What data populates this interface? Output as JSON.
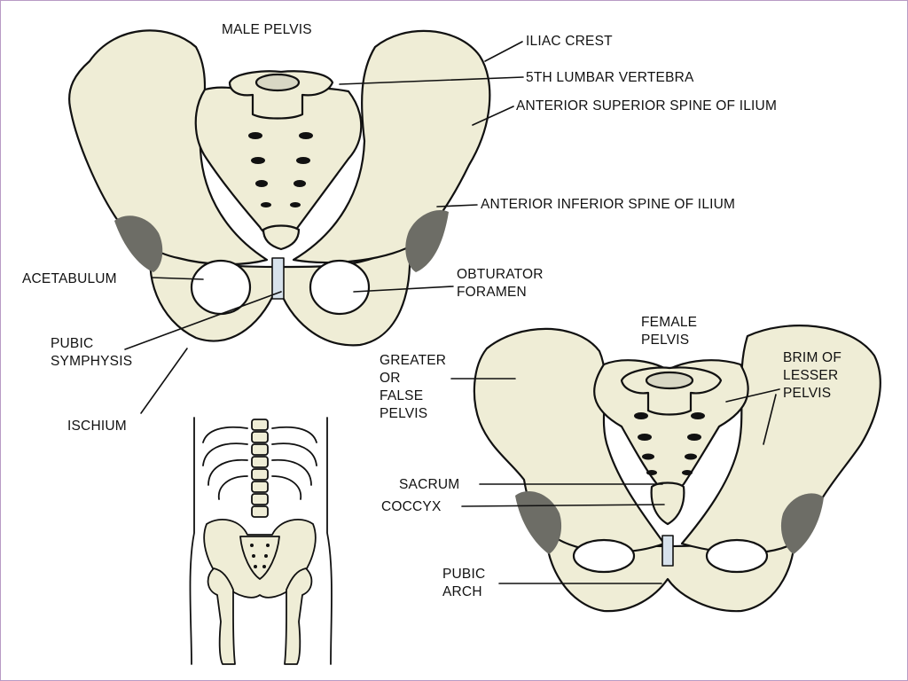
{
  "colors": {
    "bone": "#efedd6",
    "outline": "#111111",
    "shade": "#6d6d66",
    "cartilage": "#d7e2ec",
    "frame": "#b89ac4"
  },
  "male": {
    "title": "MALE PELVIS",
    "iliac_crest": "ILIAC CREST",
    "lumbar": "5TH LUMBAR VERTEBRA",
    "asis": "ANTERIOR SUPERIOR SPINE OF ILIUM",
    "aiis": "ANTERIOR INFERIOR SPINE OF ILIUM",
    "acetabulum": "ACETABULUM",
    "obturator": [
      "OBTURATOR",
      "FORAMEN"
    ],
    "symphysis": [
      "PUBIC",
      "SYMPHYSIS"
    ],
    "ischium": "ISCHIUM"
  },
  "female": {
    "title": [
      "FEMALE",
      "PELVIS"
    ],
    "greater": [
      "GREATER",
      "OR",
      "FALSE",
      "PELVIS"
    ],
    "brim": [
      "BRIM OF",
      "LESSER",
      "PELVIS"
    ],
    "sacrum": "SACRUM",
    "coccyx": "COCCYX",
    "arch": [
      "PUBIC",
      "ARCH"
    ]
  }
}
